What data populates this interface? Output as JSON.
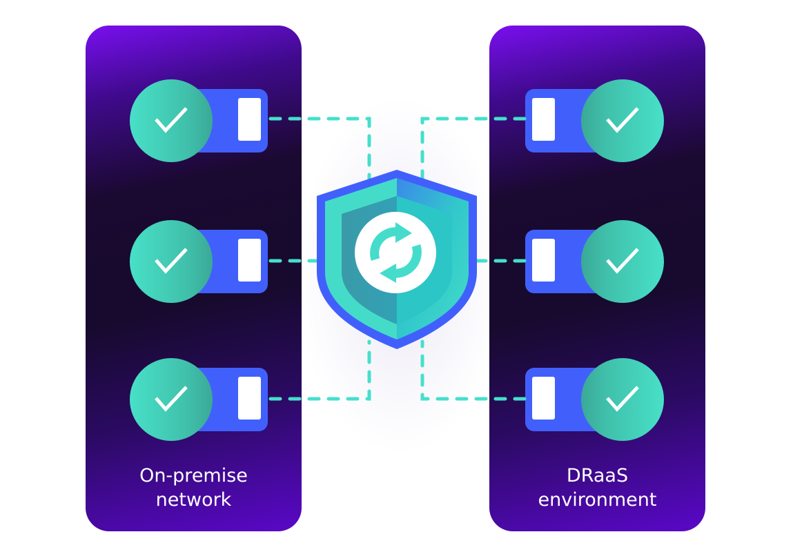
{
  "diagram": {
    "title": "On-premise to DRaaS replication",
    "left_panel": {
      "label": "On-premise\nnetwork",
      "devices": [
        {
          "status": "check-icon",
          "state": "ok"
        },
        {
          "status": "check-icon",
          "state": "ok"
        },
        {
          "status": "check-icon",
          "state": "ok"
        }
      ]
    },
    "right_panel": {
      "label": "DRaaS\nenvironment",
      "devices": [
        {
          "status": "check-icon",
          "state": "ok"
        },
        {
          "status": "check-icon",
          "state": "ok"
        },
        {
          "status": "check-icon",
          "state": "ok"
        }
      ]
    },
    "center": {
      "icon": "shield-sync-icon",
      "inner_icon": "sync-arrows-icon"
    },
    "connections": "dashed",
    "colors": {
      "panel_top": "#7a0ff0",
      "panel_mid": "#170a2e",
      "panel_bottom": "#5a08c8",
      "device": "#4160fb",
      "check": "#48e0c8",
      "dash": "#45e0cc",
      "shield_border": "#4160fb",
      "shield_fill": "#40d8c4"
    }
  }
}
